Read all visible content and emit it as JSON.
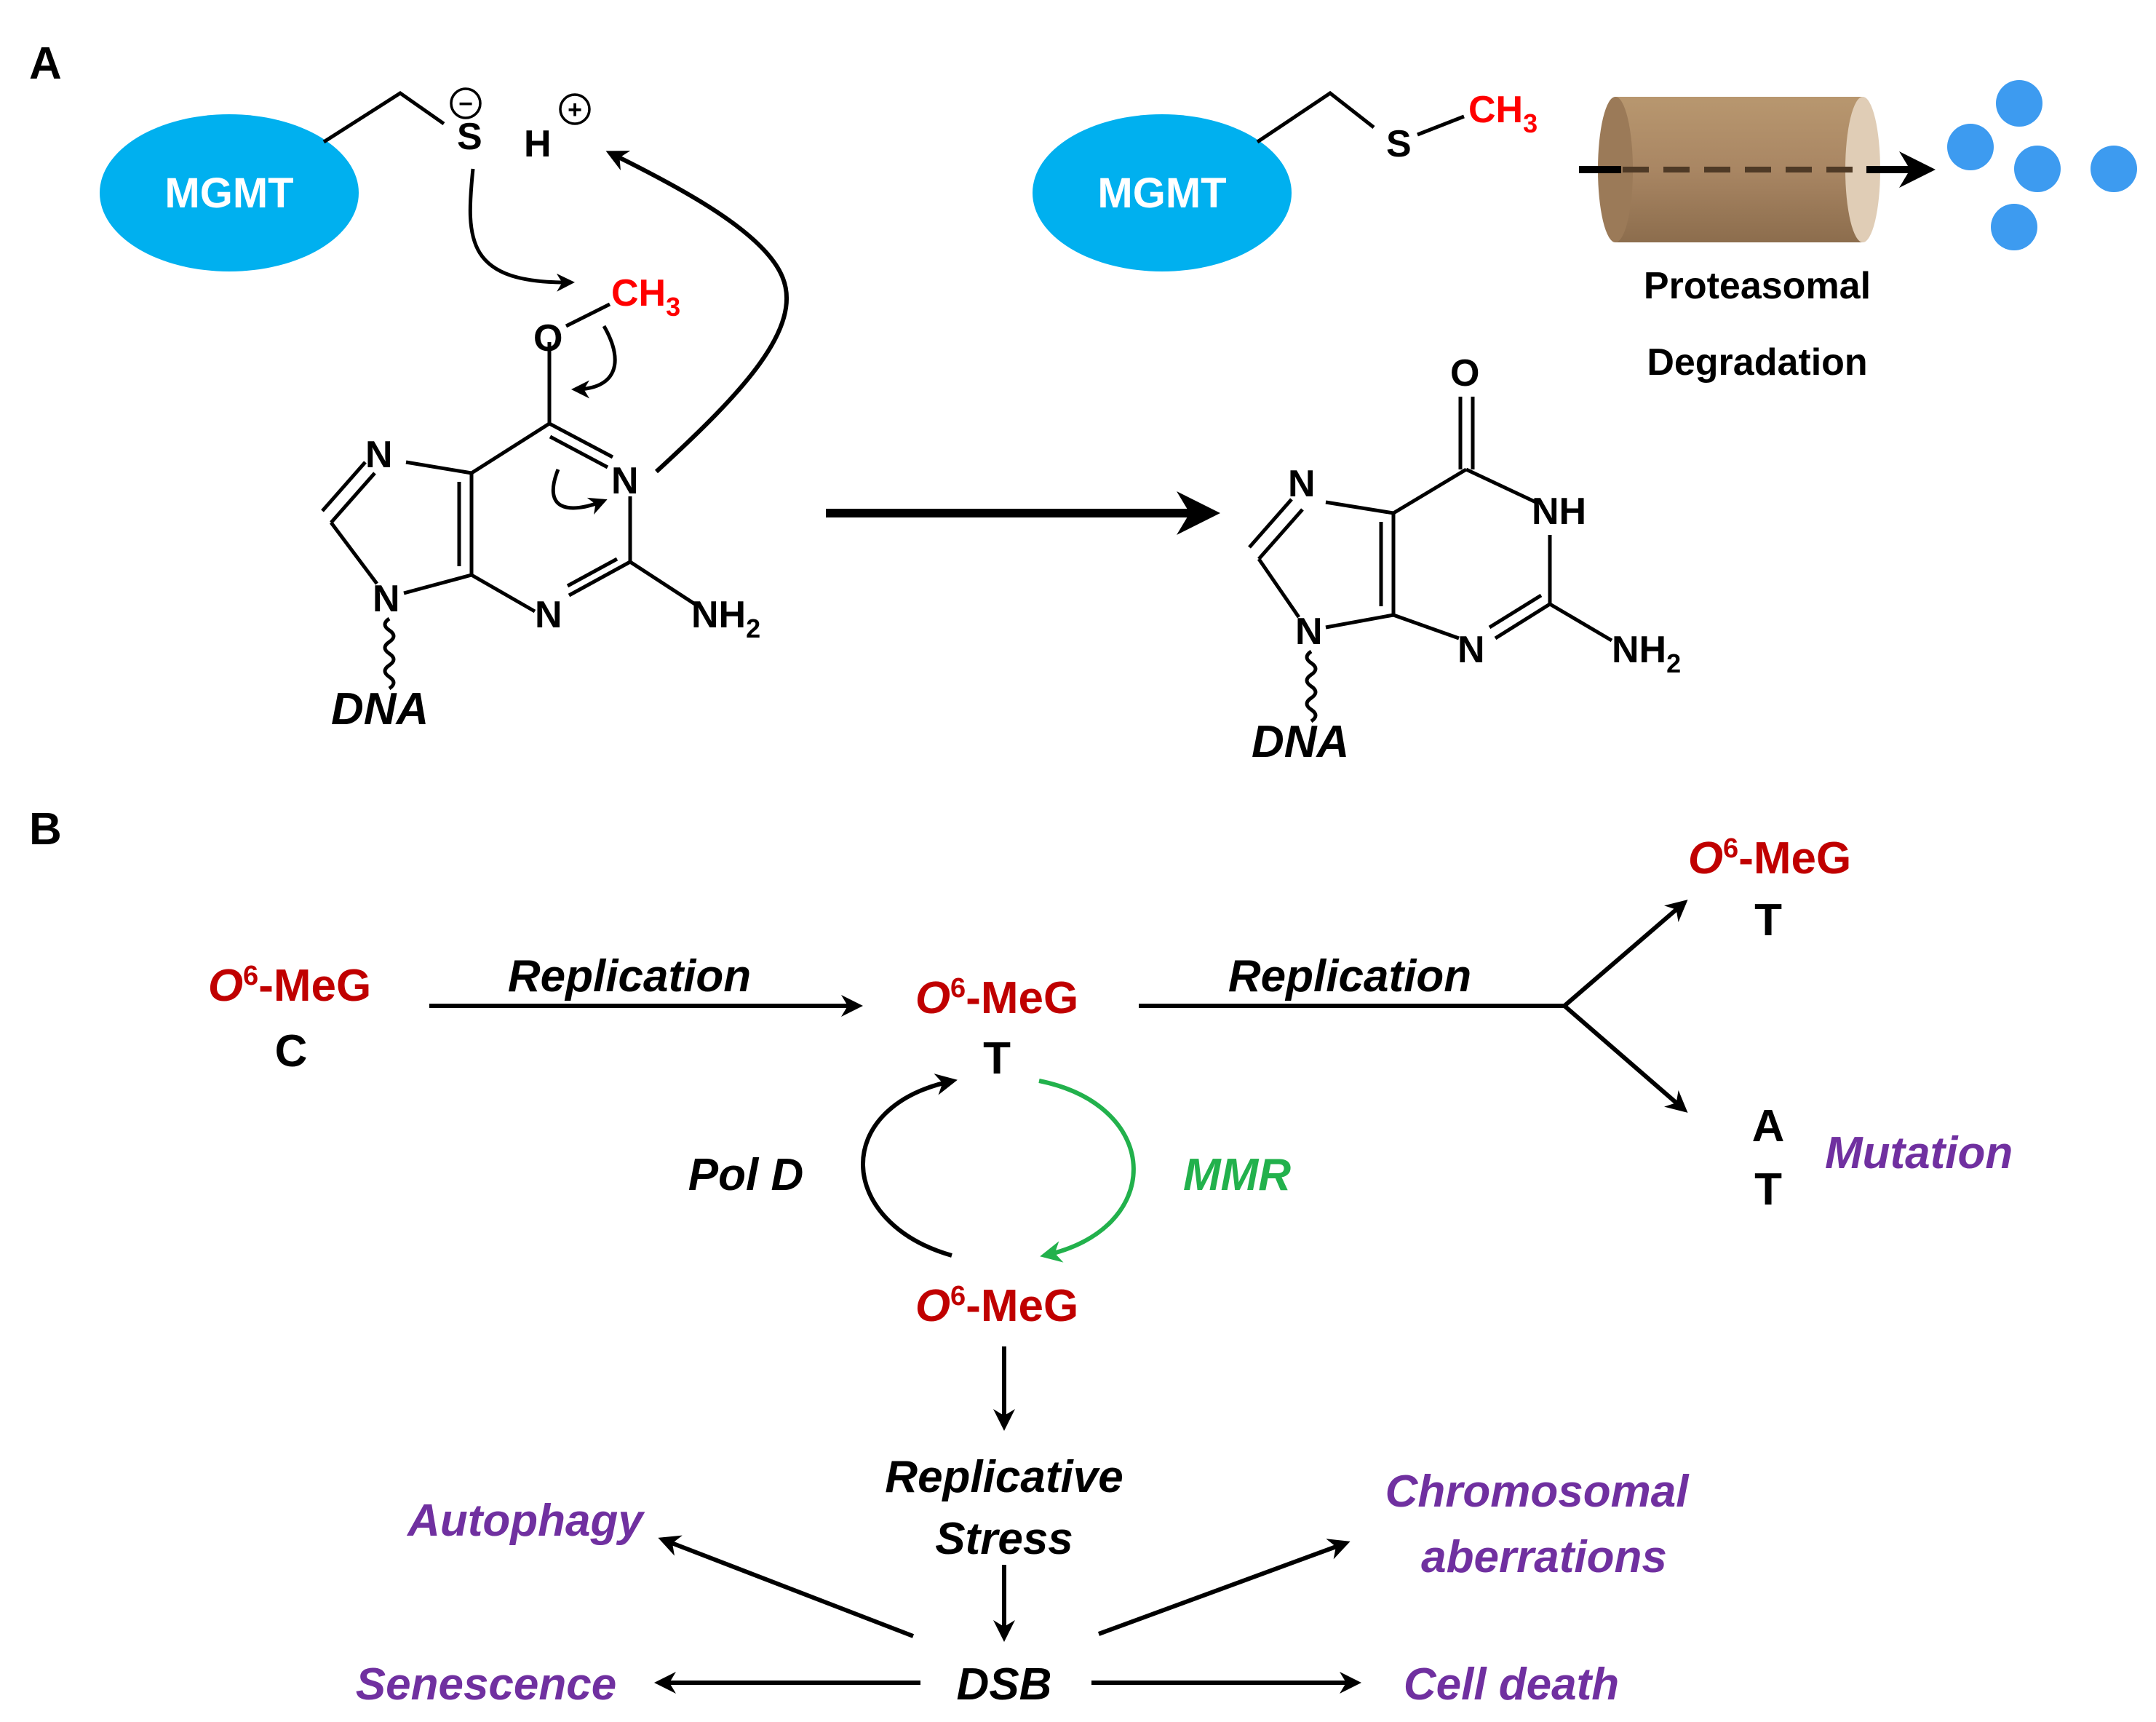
{
  "panel_a": {
    "label": "A",
    "mgmt_label": "MGMT",
    "s_label": "S",
    "h_label": "H",
    "minus_sign": "−",
    "plus_sign": "+",
    "o_label": "O",
    "ch3_main": "CH",
    "ch3_sub": "3",
    "n_label": "N",
    "nh2_main": "NH",
    "nh2_sub": "2",
    "nh_label": "NH",
    "dna_label": "DNA",
    "degradation_line1": "Proteasomal",
    "degradation_line2": "Degradation"
  },
  "panel_b": {
    "label": "B",
    "o6_o": "O",
    "o6_sup": "6",
    "o6_rest": "-MeG",
    "base_c": "C",
    "base_t": "T",
    "base_a": "A",
    "replication": "Replication",
    "pol_d": "Pol D",
    "mmr": "MMR",
    "mutation": "Mutation",
    "replicative": "Replicative",
    "stress": "Stress",
    "dsb": "DSB",
    "autophagy": "Autophagy",
    "chromosomal": "Chromosomal",
    "aberrations": "aberrations",
    "senescence": "Senescence",
    "cell_death": "Cell death"
  },
  "colors": {
    "mgmt_fill": "#00b0ef",
    "methyl_red": "#ff0000",
    "dark_red": "#c00000",
    "mmr_green": "#22b14c",
    "outcome_purple": "#7030a0",
    "proteasome_brown": "#a98663",
    "fragment_blue": "#3d9bf0",
    "ink": "#000000"
  }
}
